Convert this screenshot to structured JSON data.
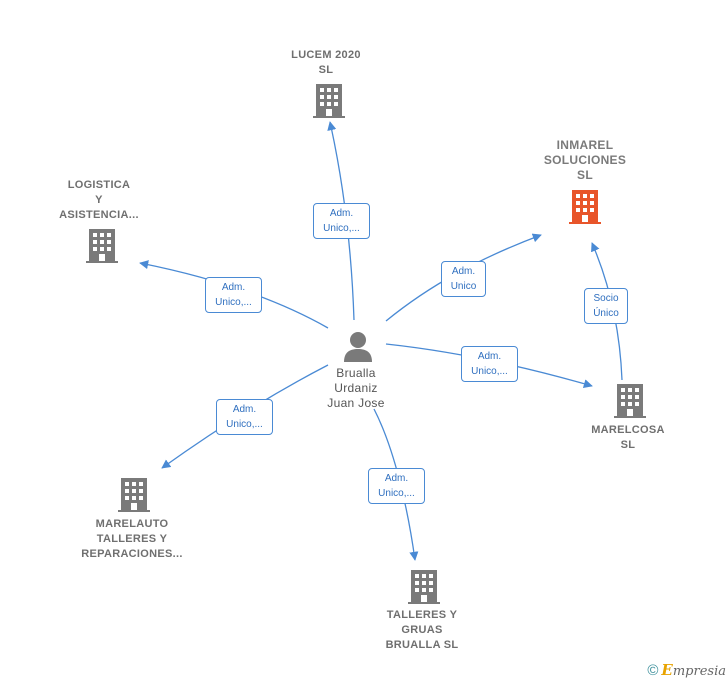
{
  "center": {
    "name_lines": [
      "Brualla",
      "Urdaniz",
      "Juan Jose"
    ],
    "icon": "person-icon"
  },
  "companies": {
    "lucem": {
      "lines": [
        "LUCEM 2020",
        "SL"
      ],
      "icon": "building-icon"
    },
    "inmarel": {
      "lines": [
        "INMAREL",
        "SOLUCIONES",
        "SL"
      ],
      "icon": "building-icon",
      "color": "#e8552a"
    },
    "logistica": {
      "lines": [
        "LOGISTICA",
        "Y",
        "ASISTENCIA..."
      ],
      "icon": "building-icon"
    },
    "marelcosa": {
      "lines": [
        "MARELCOSA",
        "SL"
      ],
      "icon": "building-icon"
    },
    "marelauto": {
      "lines": [
        "MARELAUTO",
        "TALLERES Y",
        "REPARACIONES..."
      ],
      "icon": "building-icon"
    },
    "talleres": {
      "lines": [
        "TALLERES Y",
        "GRUAS",
        "BRUALLA SL"
      ],
      "icon": "building-icon"
    }
  },
  "edges": {
    "lucem": [
      "Adm.",
      "Unico,..."
    ],
    "logistica": [
      "Adm.",
      "Unico,..."
    ],
    "inmarel": [
      "Adm.",
      "Unico"
    ],
    "marelcosa": [
      "Adm.",
      "Unico,..."
    ],
    "marelauto": [
      "Adm.",
      "Unico,..."
    ],
    "talleres": [
      "Adm.",
      "Unico,..."
    ],
    "marelcosa_inmarel": [
      "Socio",
      "Único"
    ]
  },
  "colors": {
    "edge": "#4a8ad4",
    "building": "#7a7a7a",
    "highlight": "#e8552a"
  },
  "footer": {
    "copyright": "©",
    "brand_first": "E",
    "brand_rest": "mpresia"
  }
}
